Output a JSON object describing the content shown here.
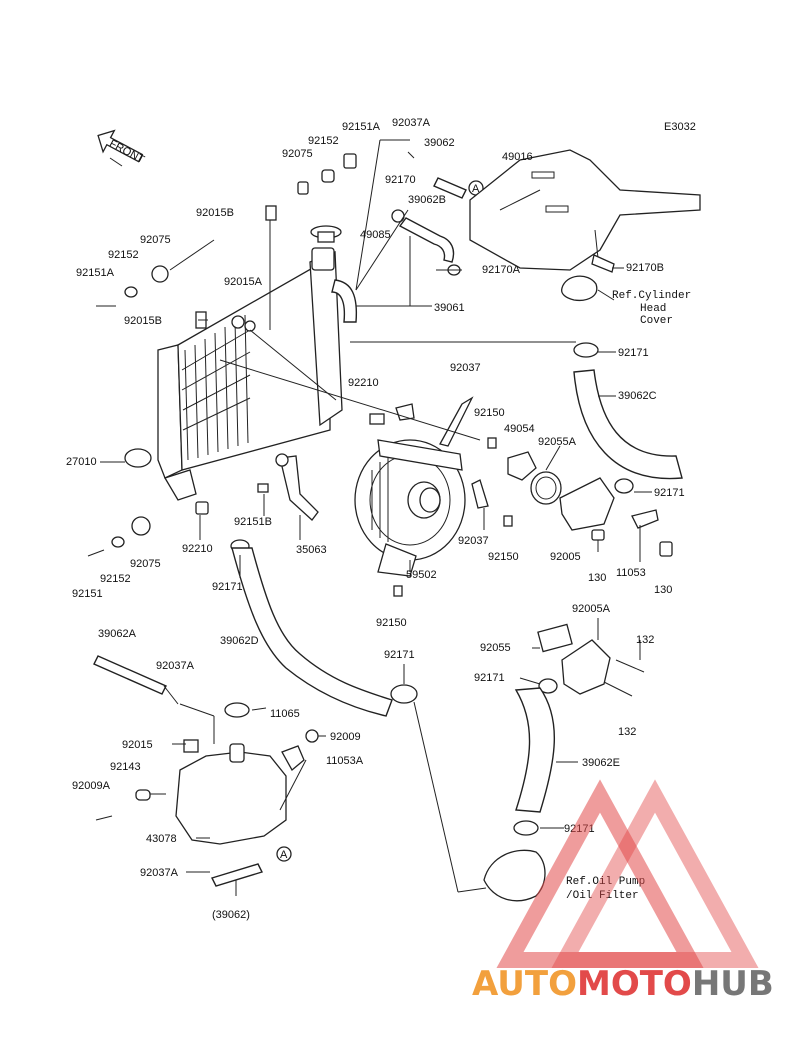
{
  "diagram_code": "E3032",
  "front_label": "FRONT",
  "ref_cylinder": [
    "Ref.Cylinder",
    "Head",
    "Cover"
  ],
  "ref_oil": [
    "Ref.Oil Pump",
    "/Oil Filter"
  ],
  "callout_a": "A",
  "watermark": {
    "part1": "AUTO",
    "part2": "MOTO",
    "part3": "HUB",
    "colors": {
      "auto": "#f2a03d",
      "moto": "#e24a4a",
      "hub": "#777777",
      "triangle": "#e24a4a"
    }
  },
  "parts": [
    {
      "id": "p1",
      "label": "92151A"
    },
    {
      "id": "p2",
      "label": "92152"
    },
    {
      "id": "p3",
      "label": "92075"
    },
    {
      "id": "p4",
      "label": "92037A"
    },
    {
      "id": "p5",
      "label": "39062"
    },
    {
      "id": "p6",
      "label": "49016"
    },
    {
      "id": "p7",
      "label": "92170"
    },
    {
      "id": "p8",
      "label": "39062B"
    },
    {
      "id": "p9",
      "label": "92015B"
    },
    {
      "id": "p10",
      "label": "49085"
    },
    {
      "id": "p11",
      "label": "92075"
    },
    {
      "id": "p12",
      "label": "92152"
    },
    {
      "id": "p13",
      "label": "92151A"
    },
    {
      "id": "p14",
      "label": "92015A"
    },
    {
      "id": "p15",
      "label": "92170A"
    },
    {
      "id": "p16",
      "label": "92170B"
    },
    {
      "id": "p17",
      "label": "92015B"
    },
    {
      "id": "p18",
      "label": "39061"
    },
    {
      "id": "p19",
      "label": "92171"
    },
    {
      "id": "p20",
      "label": "92210"
    },
    {
      "id": "p21",
      "label": "92037"
    },
    {
      "id": "p22",
      "label": "39062C"
    },
    {
      "id": "p23",
      "label": "92150"
    },
    {
      "id": "p24",
      "label": "49054"
    },
    {
      "id": "p25",
      "label": "27010"
    },
    {
      "id": "p26",
      "label": "92055A"
    },
    {
      "id": "p27",
      "label": "92171"
    },
    {
      "id": "p28",
      "label": "92151B"
    },
    {
      "id": "p29",
      "label": "35063"
    },
    {
      "id": "p30",
      "label": "92037"
    },
    {
      "id": "p31",
      "label": "92005"
    },
    {
      "id": "p32",
      "label": "92210"
    },
    {
      "id": "p33",
      "label": "92150"
    },
    {
      "id": "p34",
      "label": "92075"
    },
    {
      "id": "p35",
      "label": "59502"
    },
    {
      "id": "p36",
      "label": "130"
    },
    {
      "id": "p37",
      "label": "11053"
    },
    {
      "id": "p38",
      "label": "130"
    },
    {
      "id": "p39",
      "label": "92152"
    },
    {
      "id": "p40",
      "label": "92171"
    },
    {
      "id": "p41",
      "label": "92151"
    },
    {
      "id": "p42",
      "label": "92150"
    },
    {
      "id": "p43",
      "label": "92005A"
    },
    {
      "id": "p44",
      "label": "39062A"
    },
    {
      "id": "p45",
      "label": "39062D"
    },
    {
      "id": "p46",
      "label": "92055"
    },
    {
      "id": "p47",
      "label": "132"
    },
    {
      "id": "p48",
      "label": "92171"
    },
    {
      "id": "p49",
      "label": "92037A"
    },
    {
      "id": "p50",
      "label": "92171"
    },
    {
      "id": "p51",
      "label": "11065"
    },
    {
      "id": "p52",
      "label": "132"
    },
    {
      "id": "p53",
      "label": "92015"
    },
    {
      "id": "p54",
      "label": "92009"
    },
    {
      "id": "p55",
      "label": "92143"
    },
    {
      "id": "p56",
      "label": "11053A"
    },
    {
      "id": "p57",
      "label": "92009A"
    },
    {
      "id": "p58",
      "label": "39062E"
    },
    {
      "id": "p59",
      "label": "43078"
    },
    {
      "id": "p60",
      "label": "92171"
    },
    {
      "id": "p61",
      "label": "92037A"
    },
    {
      "id": "p62",
      "label": "(39062)"
    }
  ]
}
